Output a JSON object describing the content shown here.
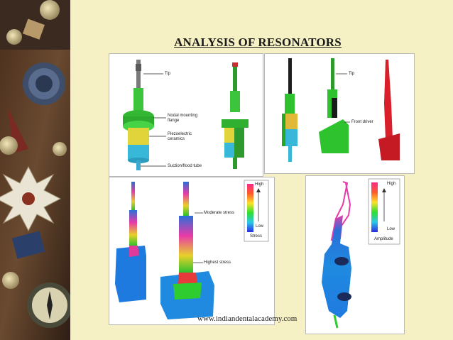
{
  "slide": {
    "title": "ANALYSIS OF RESONATORS",
    "footer": "www.indiandentalacademy.com"
  },
  "panels": {
    "resonator_parts": {
      "labels": {
        "tip": "Tip",
        "nodal_flange": "Nodal mounting\nflange",
        "piezo": "Piezoelectric\nceramics",
        "suction": "Suction/flood tube"
      }
    },
    "front_driver": {
      "labels": {
        "tip": "Tip",
        "front_driver": "Front driver"
      }
    },
    "stress_map": {
      "labels": {
        "moderate": "Moderate stress",
        "highest": "Highest stress"
      },
      "legend": {
        "high": "High",
        "low": "Low",
        "title": "Stress"
      }
    },
    "amplitude_map": {
      "legend": {
        "high": "High",
        "low": "Low",
        "title": "Amplitude"
      }
    }
  },
  "colors": {
    "background": "#f5f1c4",
    "panel_border": "#b9b9b9",
    "model_green": "#2ecc2e",
    "model_cyan": "#2ab8dc",
    "model_red": "#d81f2a",
    "model_blue": "#1f6fe0",
    "model_yellow": "#e8d02a"
  }
}
